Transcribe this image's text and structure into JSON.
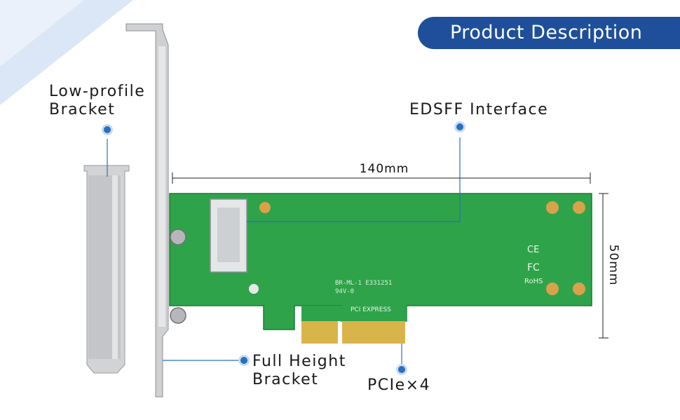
{
  "header": {
    "title": "Product Description"
  },
  "labels": {
    "low_profile_line1": "Low-profile",
    "low_profile_line2": "Bracket",
    "edsff": "EDSFF Interface",
    "full_height_line1": "Full Height",
    "full_height_line2": "Bracket",
    "pcie": "PCIe×4"
  },
  "dimensions": {
    "width": "140mm",
    "height": "50mm"
  },
  "board_markings": {
    "model": "BR-ML-1  E331251",
    "rating": "94V-0",
    "pci_logo": "PCI EXPRESS",
    "rohs": "RoHS",
    "fc": "FC",
    "ce": "CE"
  },
  "colors": {
    "accent": "#1f4f9a",
    "pcb": "#2fa34a",
    "gold": "#d9b44a",
    "bracket": "#c8c9cb"
  }
}
